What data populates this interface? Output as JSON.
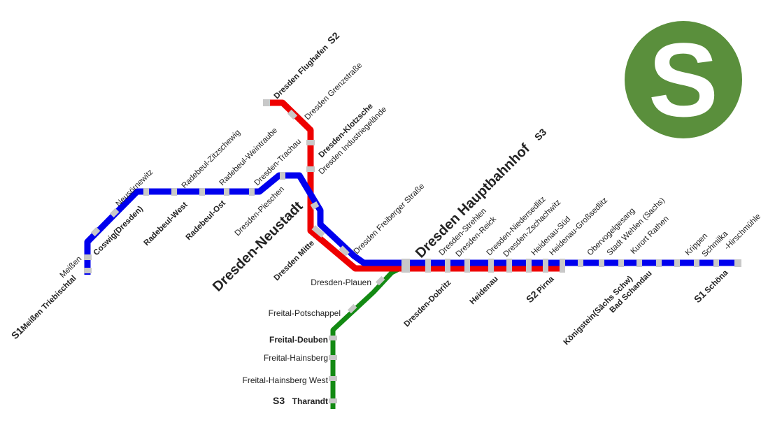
{
  "colors": {
    "s1": "#0000ee",
    "s2": "#ee0000",
    "s3": "#138a13",
    "logo": "#5a8f3c",
    "stop_mark": "#c8c8c8"
  },
  "logo": {
    "letter": "S"
  },
  "lines": {
    "s1": {
      "code": "S1",
      "terminus_west": "Meißen Triebischtal",
      "terminus_east": "Schöna"
    },
    "s2": {
      "code": "S2",
      "terminus_airport": "Dresden Flughafen",
      "terminus_east": "Pirna"
    },
    "s3": {
      "code": "S3",
      "terminus_hbf": "Dresden Hauptbahnhof",
      "terminus_south": "Tharandt"
    }
  },
  "stations": {
    "meissen": "Meißen",
    "coswig": "Coswig(Dresden)",
    "neusoernewitz": "Neusörnewitz",
    "radebeul_west": "Radebeul-West",
    "radebeul_zitzschewig": "Radebeul-Zitzschewig",
    "radebeul_ost": "Radebeul-Ost",
    "radebeul_weintraube": "Radebeul-Weintraube",
    "dresden_pieschen": "Dresden-Pieschen",
    "dresden_trachau": "Dresden-Trachau",
    "dresden_neustadt": "Dresden-Neustadt",
    "dresden_mitte": "Dresden Mitte",
    "dresden_grenzstrasse": "Dresden Grenzstraße",
    "dresden_klotzsche": "Dresden-Klotzsche",
    "dresden_industriegelaende": "Dresden Industriegelände",
    "dresden_freiberger_strasse": "Dresden Freiberger Straße",
    "dresden_plauen": "Dresden-Plauen",
    "freital_potschappel": "Freital-Potschappel",
    "freital_deuben": "Freital-Deuben",
    "freital_hainsberg": "Freital-Hainsberg",
    "freital_hainsberg_west": "Freital-Hainsberg West",
    "dresden_strehlen": "Dresden-Strehlen",
    "dresden_reick": "Dresden-Reick",
    "dresden_dobritz": "Dresden-Dobritz",
    "dresden_niedersedlitz": "Dresden-Niedersedlitz",
    "dresden_zschachwitz": "Dresden-Zschachwitz",
    "heidenau": "Heidenau",
    "heidenau_sued": "Heidenau-Süd",
    "heidenau_grosssedlitz": "Heidenau-Großsedlitz",
    "obervogelgesang": "Obervogelgesang",
    "stadt_wehlen": "Stadt Wehlen (Sachs)",
    "kurort_rathen": "Kurort Rathen",
    "koenigstein": "Königstein(Sächs Schw)",
    "bad_schandau": "Bad Schandau",
    "krippen": "Krippen",
    "schmilka": "Schmilka",
    "hirschmuehle": "-Hirschmühle"
  }
}
